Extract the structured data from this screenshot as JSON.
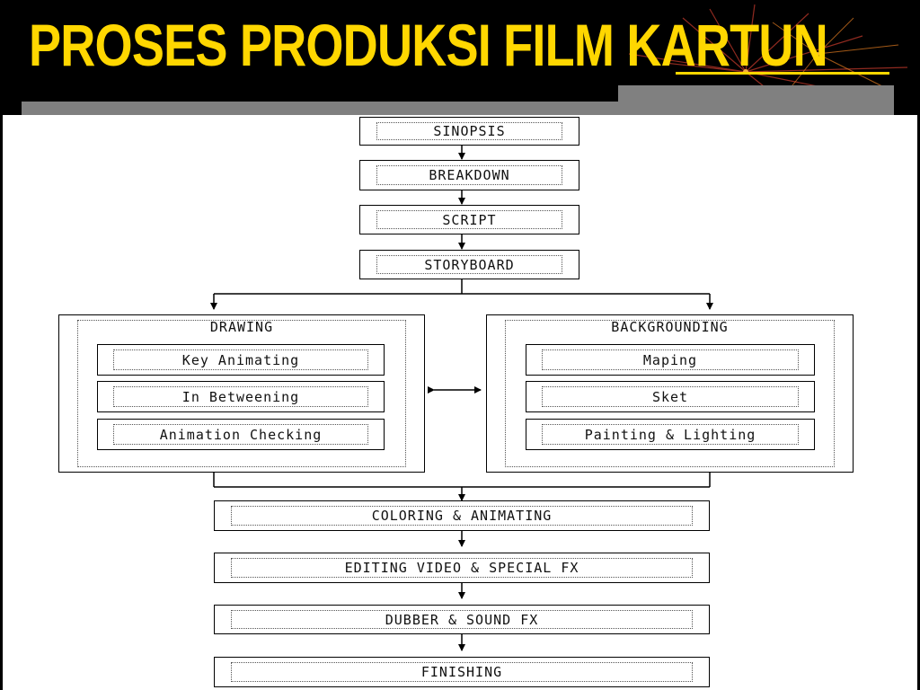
{
  "title": {
    "prefix": "PROSES PRODUKSI FILM",
    "highlight": "KARTUN"
  },
  "flow": {
    "top_steps": [
      "SINOPSIS",
      "BREAKDOWN",
      "SCRIPT",
      "STORYBOARD"
    ],
    "drawing": {
      "label": "DRAWING",
      "items": [
        "Key Animating",
        "In Betweening",
        "Animation Checking"
      ]
    },
    "backgrounding": {
      "label": "BACKGROUNDING",
      "items": [
        "Maping",
        "Sket",
        "Painting & Lighting"
      ]
    },
    "bottom_steps": [
      "COLORING & ANIMATING",
      "EDITING VIDEO & SPECIAL FX",
      "DUBBER & SOUND FX",
      "FINISHING"
    ]
  },
  "colors": {
    "title": "#ffd700",
    "header_bg": "#000000",
    "bar": "#808080",
    "canvas": "#ffffff"
  }
}
